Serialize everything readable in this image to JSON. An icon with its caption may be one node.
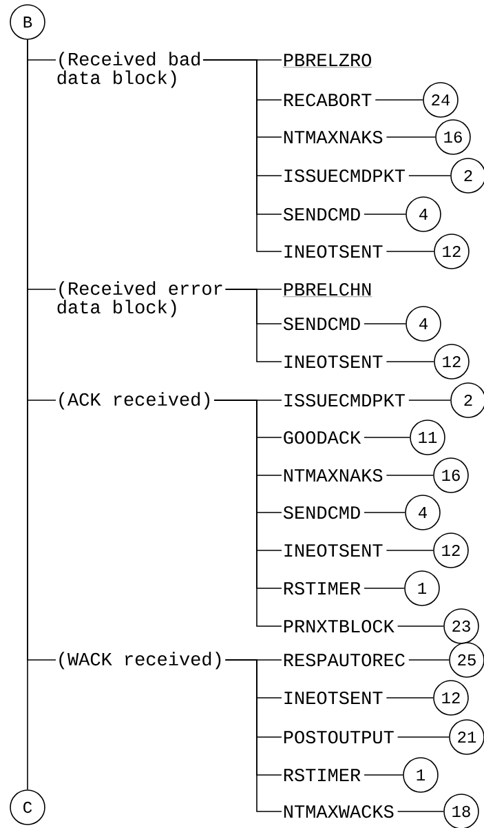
{
  "diagram": {
    "nodes": [
      {
        "text": [
          "B"
        ]
      },
      {
        "text": [
          "(Received bad data block)"
        ]
      },
      {
        "text": [
          "PBRELZRO"
        ]
      },
      {
        "text": [
          "RECABORT"
        ]
      },
      {
        "text": [
          "24"
        ]
      },
      {
        "text": [
          "NTMAXNAKS"
        ]
      },
      {
        "text": [
          "16"
        ]
      },
      {
        "text": [
          "ISSUECMDPKT"
        ]
      },
      {
        "text": [
          "2"
        ]
      },
      {
        "text": [
          "SENDCMD"
        ]
      },
      {
        "text": [
          "4"
        ]
      },
      {
        "text": [
          "INEOTSENT"
        ]
      },
      {
        "text": [
          "12"
        ]
      },
      {
        "text": [
          "(Received error data block)"
        ]
      },
      {
        "text": [
          "PBRELCHN"
        ]
      },
      {
        "text": [
          "SENDCMD"
        ]
      },
      {
        "text": [
          "4"
        ]
      },
      {
        "text": [
          "INEOTSENT"
        ]
      },
      {
        "text": [
          "12"
        ]
      },
      {
        "text": [
          "(ACK received)"
        ]
      },
      {
        "text": [
          "ISSUECMDPKT"
        ]
      },
      {
        "text": [
          "2"
        ]
      },
      {
        "text": [
          "GOODACK"
        ]
      },
      {
        "text": [
          "11"
        ]
      },
      {
        "text": [
          "NTMAXNAKS"
        ]
      },
      {
        "text": [
          "16"
        ]
      },
      {
        "text": [
          "SENDCMD"
        ]
      },
      {
        "text": [
          "4"
        ]
      },
      {
        "text": [
          "INEOTSENT"
        ]
      },
      {
        "text": [
          "12"
        ]
      },
      {
        "text": [
          "RSTIMER"
        ]
      },
      {
        "text": [
          "1"
        ]
      },
      {
        "text": [
          "PRNXTBLOCK"
        ]
      },
      {
        "text": [
          "23"
        ]
      },
      {
        "text": [
          "(WACK received)"
        ]
      },
      {
        "text": [
          "RESPAUTOREC"
        ]
      },
      {
        "text": [
          "25"
        ]
      },
      {
        "text": [
          "INEOTSENT"
        ]
      },
      {
        "text": [
          "12"
        ]
      },
      {
        "text": [
          "POSTOUTPUT"
        ]
      },
      {
        "text": [
          "21"
        ]
      },
      {
        "text": [
          "RSTIMER"
        ]
      },
      {
        "text": [
          "1"
        ]
      },
      {
        "text": [
          "NTMAXWACKS"
        ]
      },
      {
        "text": [
          "18"
        ]
      },
      {
        "text": [
          "C"
        ]
      }
    ],
    "edges": [
      {
        "from": 0,
        "to": 45,
        "arrow": "none"
      },
      {
        "from": 0,
        "to": 1,
        "arrow": "none"
      },
      {
        "from": 1,
        "to": 2,
        "arrow": "none"
      },
      {
        "from": 1,
        "to": 3,
        "arrow": "none"
      },
      {
        "from": 3,
        "to": 4,
        "arrow": "none"
      },
      {
        "from": 1,
        "to": 5,
        "arrow": "none"
      },
      {
        "from": 5,
        "to": 6,
        "arrow": "none"
      },
      {
        "from": 1,
        "to": 7,
        "arrow": "none"
      },
      {
        "from": 7,
        "to": 8,
        "arrow": "none"
      },
      {
        "from": 1,
        "to": 9,
        "arrow": "none"
      },
      {
        "from": 9,
        "to": 10,
        "arrow": "none"
      },
      {
        "from": 1,
        "to": 11,
        "arrow": "none"
      },
      {
        "from": 11,
        "to": 12,
        "arrow": "none"
      },
      {
        "from": 0,
        "to": 13,
        "arrow": "none"
      },
      {
        "from": 13,
        "to": 14,
        "arrow": "none"
      },
      {
        "from": 13,
        "to": 15,
        "arrow": "none"
      },
      {
        "from": 15,
        "to": 16,
        "arrow": "none"
      },
      {
        "from": 13,
        "to": 17,
        "arrow": "none"
      },
      {
        "from": 17,
        "to": 18,
        "arrow": "none"
      },
      {
        "from": 0,
        "to": 19,
        "arrow": "none"
      },
      {
        "from": 19,
        "to": 20,
        "arrow": "none"
      },
      {
        "from": 20,
        "to": 21,
        "arrow": "none"
      },
      {
        "from": 19,
        "to": 22,
        "arrow": "none"
      },
      {
        "from": 22,
        "to": 23,
        "arrow": "none"
      },
      {
        "from": 19,
        "to": 24,
        "arrow": "none"
      },
      {
        "from": 24,
        "to": 25,
        "arrow": "none"
      },
      {
        "from": 19,
        "to": 26,
        "arrow": "none"
      },
      {
        "from": 26,
        "to": 27,
        "arrow": "none"
      },
      {
        "from": 19,
        "to": 28,
        "arrow": "none"
      },
      {
        "from": 28,
        "to": 29,
        "arrow": "none"
      },
      {
        "from": 19,
        "to": 30,
        "arrow": "none"
      },
      {
        "from": 30,
        "to": 31,
        "arrow": "none"
      },
      {
        "from": 19,
        "to": 32,
        "arrow": "none"
      },
      {
        "from": 32,
        "to": 33,
        "arrow": "none"
      },
      {
        "from": 0,
        "to": 34,
        "arrow": "none"
      },
      {
        "from": 34,
        "to": 35,
        "arrow": "none"
      },
      {
        "from": 35,
        "to": 36,
        "arrow": "none"
      },
      {
        "from": 34,
        "to": 37,
        "arrow": "none"
      },
      {
        "from": 37,
        "to": 38,
        "arrow": "none"
      },
      {
        "from": 34,
        "to": 39,
        "arrow": "none"
      },
      {
        "from": 39,
        "to": 40,
        "arrow": "none"
      },
      {
        "from": 34,
        "to": 41,
        "arrow": "none"
      },
      {
        "from": 41,
        "to": 42,
        "arrow": "none"
      },
      {
        "from": 34,
        "to": 43,
        "arrow": "none"
      },
      {
        "from": 43,
        "to": 44,
        "arrow": "none"
      }
    ]
  }
}
